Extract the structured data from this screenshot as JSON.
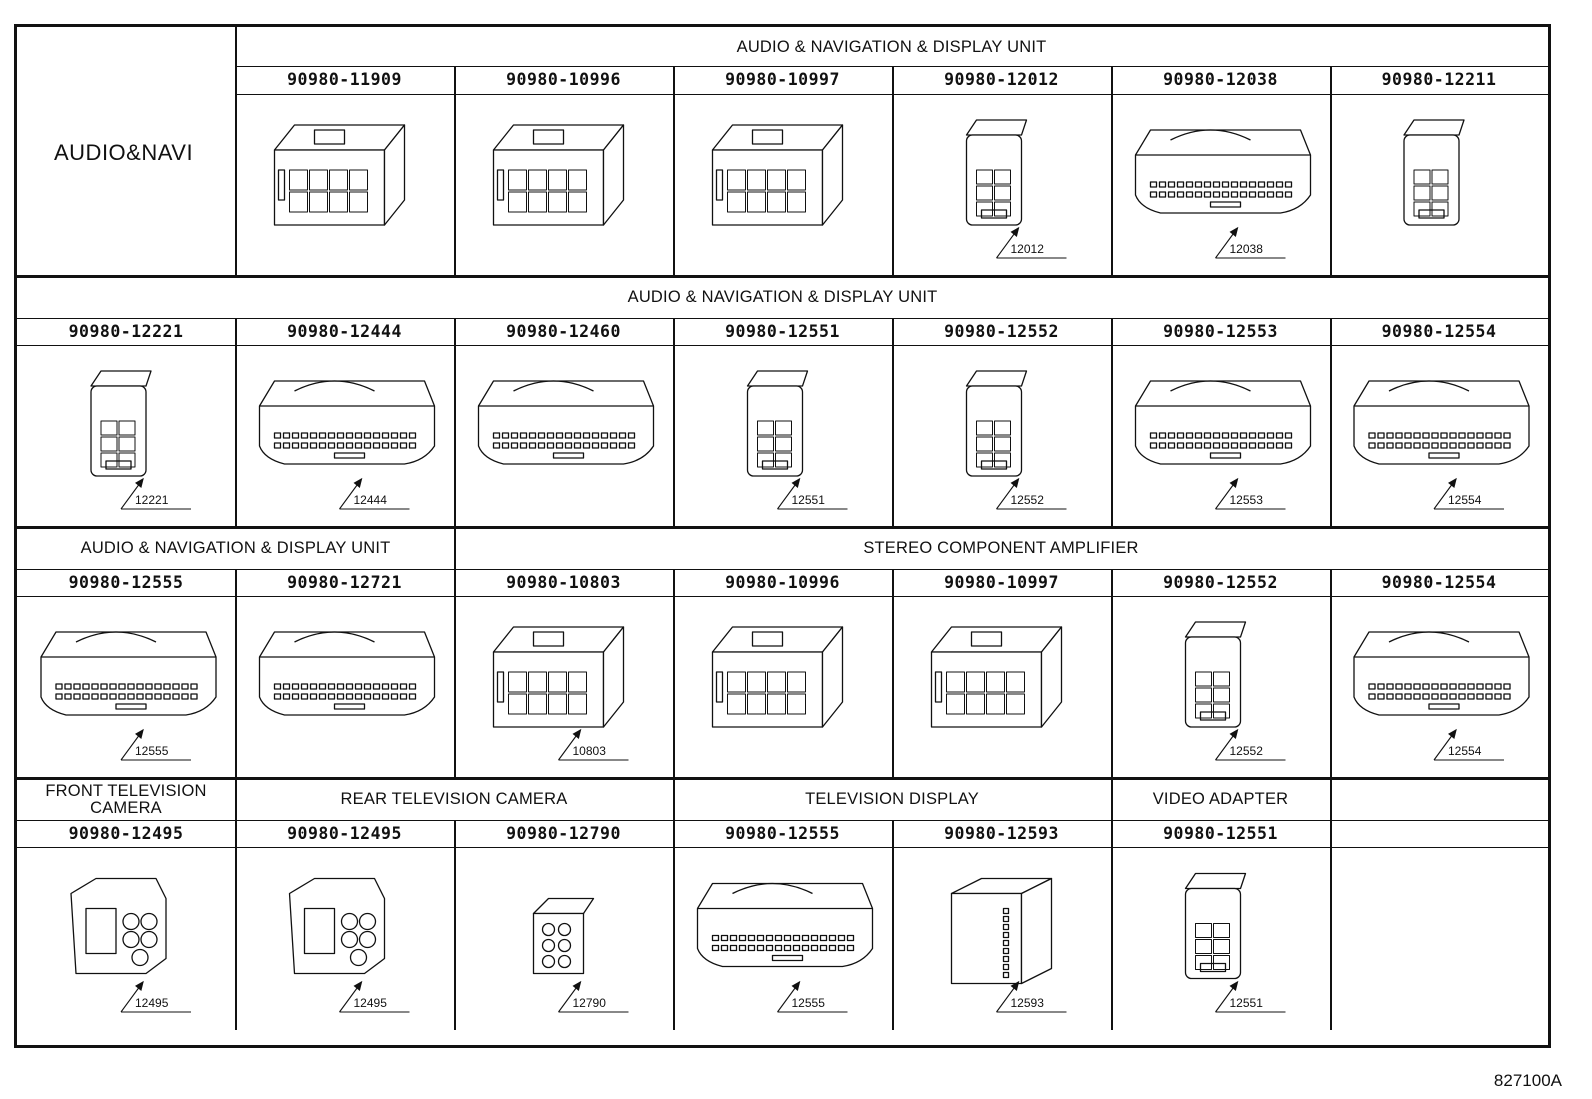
{
  "side_label": "AUDIO&NAVI",
  "figure_id": "827100A",
  "rows": [
    {
      "groups": [
        {
          "label": "AUDIO & NAVIGATION & DISPLAY UNIT"
        }
      ],
      "parts": [
        {
          "pn": "90980-11909",
          "callout": "",
          "icon": "connector-11909-icon"
        },
        {
          "pn": "90980-10996",
          "callout": "",
          "icon": "connector-10996-icon"
        },
        {
          "pn": "90980-10997",
          "callout": "",
          "icon": "connector-10997-icon"
        },
        {
          "pn": "90980-12012",
          "callout": "12012",
          "icon": "connector-12012-icon"
        },
        {
          "pn": "90980-12038",
          "callout": "12038",
          "icon": "connector-12038-icon"
        },
        {
          "pn": "90980-12211",
          "callout": "",
          "icon": "connector-12211-icon"
        }
      ]
    },
    {
      "groups": [
        {
          "label": "AUDIO & NAVIGATION & DISPLAY UNIT"
        }
      ],
      "parts": [
        {
          "pn": "90980-12221",
          "callout": "12221",
          "icon": "connector-12221-icon"
        },
        {
          "pn": "90980-12444",
          "callout": "12444",
          "icon": "connector-12444-icon"
        },
        {
          "pn": "90980-12460",
          "callout": "",
          "icon": "connector-12460-icon"
        },
        {
          "pn": "90980-12551",
          "callout": "12551",
          "icon": "connector-12551-icon"
        },
        {
          "pn": "90980-12552",
          "callout": "12552",
          "icon": "connector-12552-icon"
        },
        {
          "pn": "90980-12553",
          "callout": "12553",
          "icon": "connector-12553-icon"
        },
        {
          "pn": "90980-12554",
          "callout": "12554",
          "icon": "connector-12554-icon"
        }
      ]
    },
    {
      "groups": [
        {
          "label": "AUDIO & NAVIGATION & DISPLAY UNIT"
        },
        {
          "label": "STEREO COMPONENT AMPLIFIER"
        }
      ],
      "parts": [
        {
          "pn": "90980-12555",
          "callout": "12555",
          "icon": "connector-12555-icon"
        },
        {
          "pn": "90980-12721",
          "callout": "",
          "icon": "connector-12721-icon"
        },
        {
          "pn": "90980-10803",
          "callout": "10803",
          "icon": "connector-10803-icon"
        },
        {
          "pn": "90980-10996",
          "callout": "",
          "icon": "connector-10996-icon"
        },
        {
          "pn": "90980-10997",
          "callout": "",
          "icon": "connector-10997-icon"
        },
        {
          "pn": "90980-12552",
          "callout": "12552",
          "icon": "connector-12552-icon"
        },
        {
          "pn": "90980-12554",
          "callout": "12554",
          "icon": "connector-12554-icon"
        }
      ]
    },
    {
      "groups": [
        {
          "label": "FRONT TELEVISION\nCAMERA"
        },
        {
          "label": "REAR TELEVISION CAMERA"
        },
        {
          "label": "TELEVISION DISPLAY"
        },
        {
          "label": "VIDEO ADAPTER"
        }
      ],
      "parts": [
        {
          "pn": "90980-12495",
          "callout": "12495",
          "icon": "connector-12495-icon"
        },
        {
          "pn": "90980-12495",
          "callout": "12495",
          "icon": "connector-12495-icon"
        },
        {
          "pn": "90980-12790",
          "callout": "12790",
          "icon": "connector-12790-icon"
        },
        {
          "pn": "90980-12555",
          "callout": "12555",
          "icon": "connector-12555-icon"
        },
        {
          "pn": "90980-12593",
          "callout": "12593",
          "icon": "connector-12593-icon"
        },
        {
          "pn": "90980-12551",
          "callout": "12551",
          "icon": "connector-12551-icon"
        },
        {
          "pn": "",
          "callout": "",
          "icon": ""
        }
      ]
    }
  ]
}
